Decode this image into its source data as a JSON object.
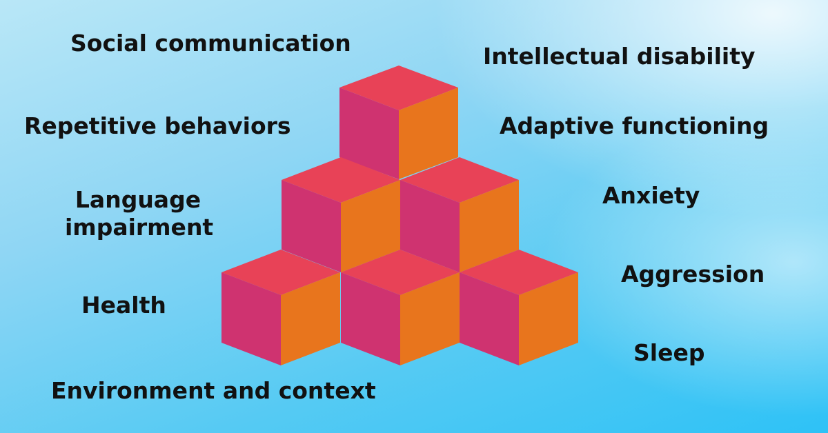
{
  "colors": {
    "cube_top": "#e84257",
    "cube_left": "#cf3370",
    "cube_right": "#e8751d",
    "text": "#111111"
  },
  "labels": {
    "social_communication": "Social communication",
    "intellectual_disability": "Intellectual disability",
    "repetitive_behaviors": "Repetitive behaviors",
    "adaptive_functioning": "Adaptive functioning",
    "language_impairment_line1": "Language",
    "language_impairment_line2": "impairment",
    "anxiety": "Anxiety",
    "aggression": "Aggression",
    "health": "Health",
    "sleep": "Sleep",
    "environment_and_context": "Environment and context"
  }
}
